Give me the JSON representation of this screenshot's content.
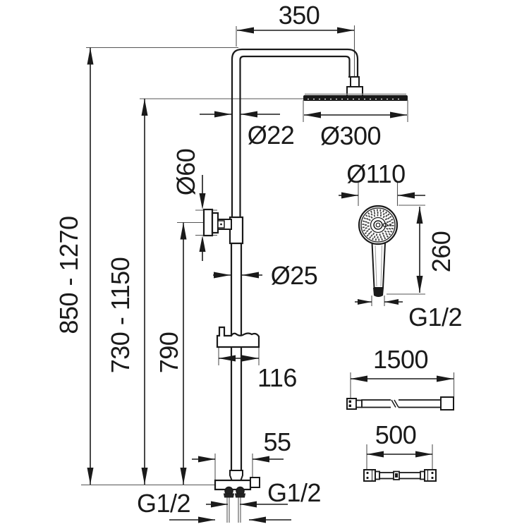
{
  "diagram": {
    "background": "#ffffff",
    "line_color": "#1a1a1a",
    "extension_line_color": "#555555",
    "labels": {
      "arm_reach": "350",
      "riser_upper_diameter": "Ø22",
      "head_diameter": "Ø300",
      "wall_bracket_diameter": "Ø60",
      "hand_shower_diameter": "Ø110",
      "hand_shower_length": "260",
      "hand_shower_thread": "G1/2",
      "riser_lower_diameter": "Ø25",
      "overall_height_range": "850 - 1270",
      "head_height_range": "730 - 1150",
      "bracket_height": "790",
      "holder_width": "116",
      "hose_length": "1500",
      "valve_width": "55",
      "connection_hose_length": "500",
      "inlet_thread": "G1/2",
      "valve_outlet_thread": "G1/2"
    }
  }
}
